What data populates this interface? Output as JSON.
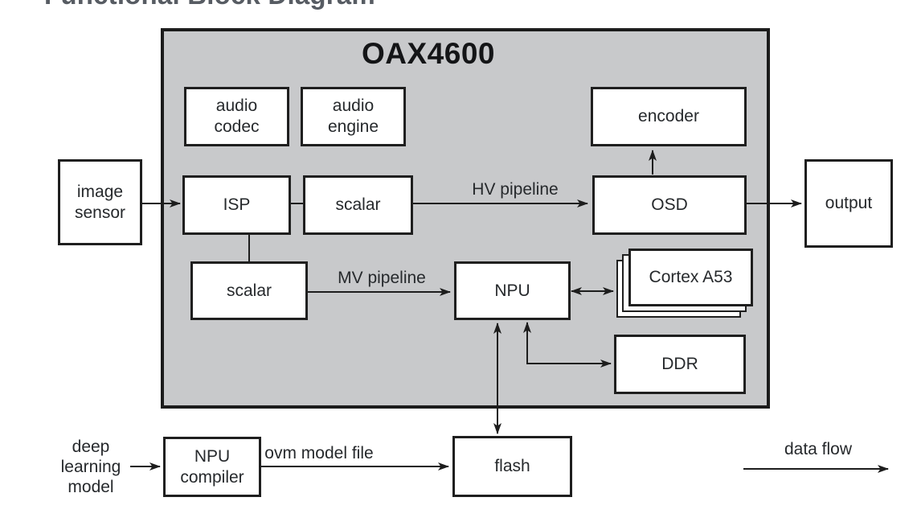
{
  "page_title": "Functional Block Diagram",
  "chip": {
    "name": "OAX4600"
  },
  "nodes": {
    "image_sensor": {
      "label": "image sensor"
    },
    "audio_codec": {
      "label": "audio codec"
    },
    "audio_engine": {
      "label": "audio engine"
    },
    "encoder": {
      "label": "encoder"
    },
    "isp": {
      "label": "ISP"
    },
    "scalar_hv": {
      "label": "scalar"
    },
    "osd": {
      "label": "OSD"
    },
    "scalar_mv": {
      "label": "scalar"
    },
    "npu": {
      "label": "NPU"
    },
    "cortex": {
      "label": "Cortex A53"
    },
    "ddr": {
      "label": "DDR"
    },
    "output": {
      "label": "output"
    },
    "deep_learning_model": {
      "label": "deep learning model"
    },
    "npu_compiler": {
      "label": "NPU compiler"
    },
    "flash": {
      "label": "flash"
    }
  },
  "edge_labels": {
    "hv_pipeline": "HV pipeline",
    "mv_pipeline": "MV pipeline",
    "ovm_model_file": "ovm model file"
  },
  "legend": {
    "label": "data flow"
  },
  "edges": [
    {
      "from": "image sensor",
      "to": "ISP",
      "type": "arrow"
    },
    {
      "from": "ISP",
      "to": "scalar",
      "type": "line"
    },
    {
      "from": "scalar",
      "to": "OSD",
      "type": "arrow",
      "label": "HV pipeline"
    },
    {
      "from": "OSD",
      "to": "encoder",
      "type": "arrow"
    },
    {
      "from": "OSD",
      "to": "output",
      "type": "arrow"
    },
    {
      "from": "ISP",
      "to": "scalar (MV)",
      "type": "line"
    },
    {
      "from": "scalar (MV)",
      "to": "NPU",
      "type": "arrow",
      "label": "MV pipeline"
    },
    {
      "from": "NPU",
      "to": "Cortex A53",
      "type": "double-arrow"
    },
    {
      "from": "NPU",
      "to": "DDR",
      "type": "double-arrow"
    },
    {
      "from": "NPU",
      "to": "flash",
      "type": "double-arrow"
    },
    {
      "from": "deep learning model",
      "to": "NPU compiler",
      "type": "arrow"
    },
    {
      "from": "NPU compiler",
      "to": "flash",
      "type": "arrow",
      "label": "ovm model file"
    }
  ],
  "colors": {
    "chip_fill": "#c8c9cb",
    "line": "#1d1d1d",
    "box_border": "#1f1f1f",
    "text": "#26292c",
    "clipped_title": "#575c63"
  }
}
